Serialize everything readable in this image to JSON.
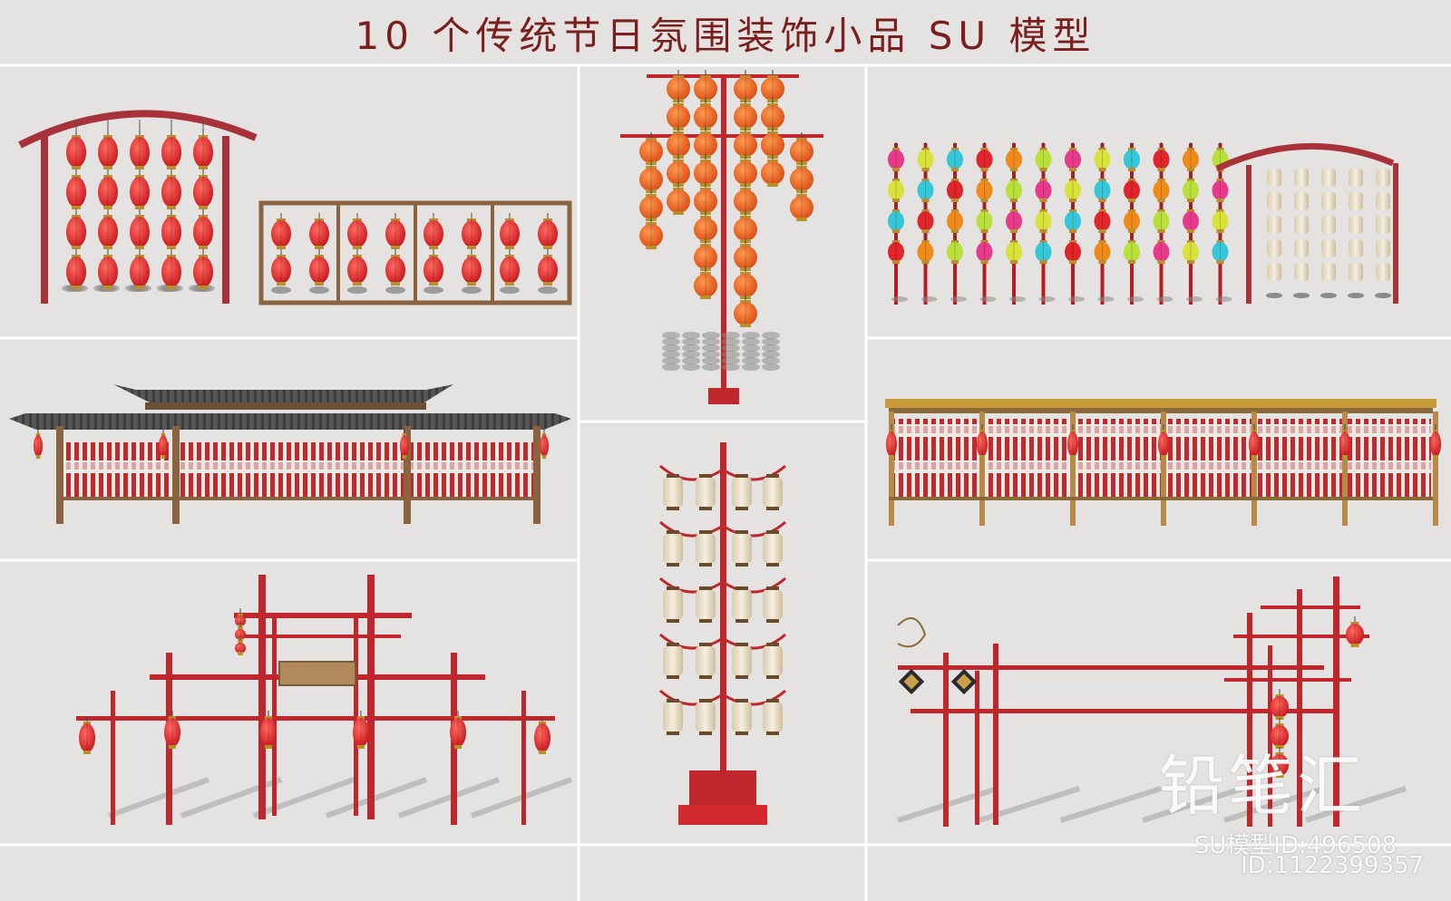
{
  "title": "10 个传统节日氛围装饰小品 SU 模型",
  "watermark": {
    "logo": "铅笔汇",
    "model_id": "SU模型ID:496508",
    "id": "ID:1122399357"
  },
  "colors": {
    "background": "#e4e3e1",
    "divider": "#ffffff",
    "title": "#7a1e1e",
    "lantern_red": "#e0262a",
    "lantern_orange": "#e5581e",
    "lantern_cream": "#efe7d2",
    "frame_red": "#c0272d",
    "wood": "#8a6440",
    "roof_grey": "#4a4a4a"
  },
  "panels": [
    {
      "name": "red-lantern-arch-and-frame",
      "icon": "red-lantern-icon"
    },
    {
      "name": "orange-lantern-tree",
      "icon": "orange-lantern-icon"
    },
    {
      "name": "colorful-lantern-poles-and-cream-arch",
      "icon": "cream-lantern-icon"
    },
    {
      "name": "roofed-wish-board-wall",
      "icon": "roof-icon"
    },
    {
      "name": "palace-lantern-tree",
      "icon": "palace-lantern-icon"
    },
    {
      "name": "long-wish-board-wall",
      "icon": "wish-board-icon"
    },
    {
      "name": "red-pole-gateway",
      "icon": "gate-icon"
    },
    {
      "name": "red-pole-corridor",
      "icon": "frame-icon"
    }
  ]
}
